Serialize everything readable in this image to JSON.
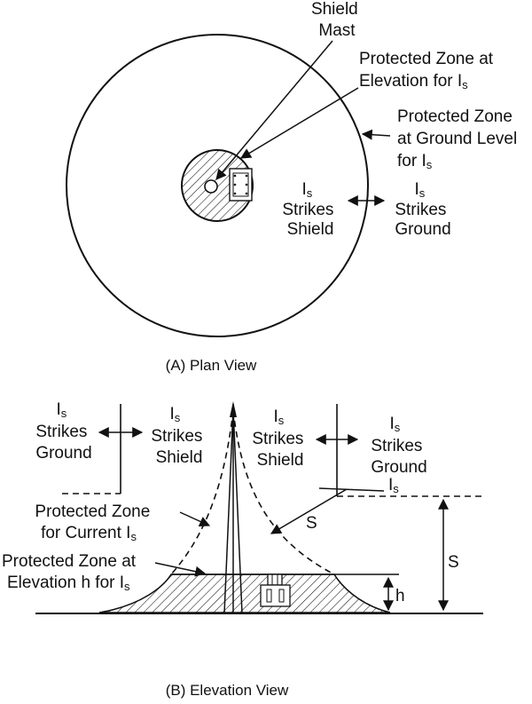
{
  "plan_view": {
    "caption": "(A) Plan View",
    "shield_mast": [
      "Shield",
      "Mast"
    ],
    "protected_zone_elevation": [
      "Protected Zone at",
      "Elevation for I",
      "s"
    ],
    "protected_zone_ground": [
      "Protected Zone",
      "at Ground Level",
      "for I",
      "s"
    ],
    "strikes_shield": [
      "I",
      "s",
      "Strikes",
      "Shield"
    ],
    "strikes_ground": [
      "I",
      "s",
      "Strikes",
      "Ground"
    ]
  },
  "elevation_view": {
    "caption": "(B) Elevation View",
    "left_strikes_ground": [
      "I",
      "s",
      "Strikes",
      "Ground"
    ],
    "left_strikes_shield": [
      "I",
      "s",
      "Strikes",
      "Shield"
    ],
    "right_strikes_shield": [
      "I",
      "s",
      "Strikes",
      "Shield"
    ],
    "right_strikes_ground": [
      "I",
      "s",
      "Strikes",
      "Ground"
    ],
    "protected_zone_current": [
      "Protected Zone",
      "for Current I",
      "s"
    ],
    "protected_zone_elevation_h": [
      "Protected Zone at",
      "Elevation h for I",
      "s"
    ],
    "is_label": [
      "I",
      "s"
    ],
    "s_curve_label": "S",
    "s_dim_label": "S",
    "h_dim_label": "h"
  }
}
